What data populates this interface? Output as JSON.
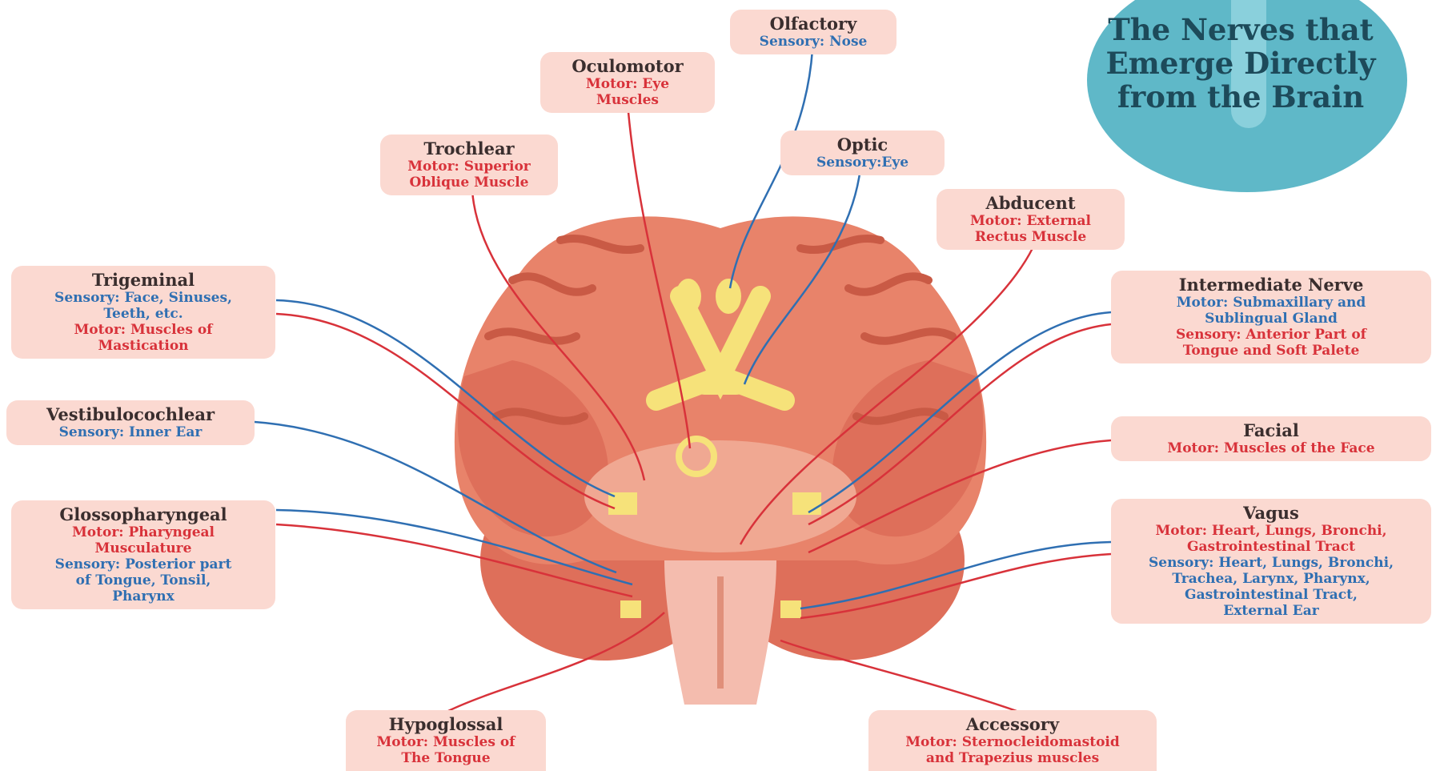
{
  "title": "The Nerves that Emerge Directly from the Brain",
  "colors": {
    "motor": "#d8323a",
    "sensory": "#2f6fb2",
    "box": "#fbd9d1",
    "brain": "#e8836a",
    "nerve": "#f6e27a",
    "circle": "#5fb8c8"
  },
  "nerves": [
    {
      "id": "olfactory",
      "name": "Olfactory",
      "lines": [
        {
          "type": "sensory",
          "text": "Sensory: Nose"
        }
      ]
    },
    {
      "id": "oculomotor",
      "name": "Oculomotor",
      "lines": [
        {
          "type": "motor",
          "text": "Motor: Eye"
        },
        {
          "type": "motor",
          "text": "Muscles"
        }
      ]
    },
    {
      "id": "trochlear",
      "name": "Trochlear",
      "lines": [
        {
          "type": "motor",
          "text": "Motor: Superior"
        },
        {
          "type": "motor",
          "text": "Oblique Muscle"
        }
      ]
    },
    {
      "id": "optic",
      "name": "Optic",
      "lines": [
        {
          "type": "sensory",
          "text": "Sensory:Eye"
        }
      ]
    },
    {
      "id": "abducent",
      "name": "Abducent",
      "lines": [
        {
          "type": "motor",
          "text": "Motor: External"
        },
        {
          "type": "motor",
          "text": "Rectus Muscle"
        }
      ]
    },
    {
      "id": "trigeminal",
      "name": "Trigeminal",
      "lines": [
        {
          "type": "sensory",
          "text": "Sensory: Face, Sinuses,"
        },
        {
          "type": "sensory",
          "text": "Teeth, etc."
        },
        {
          "type": "motor",
          "text": "Motor: Muscles of"
        },
        {
          "type": "motor",
          "text": "Mastication"
        }
      ]
    },
    {
      "id": "intermediate",
      "name": "Intermediate Nerve",
      "lines": [
        {
          "type": "sensory",
          "text": "Motor: Submaxillary and"
        },
        {
          "type": "sensory",
          "text": "Sublingual Gland"
        },
        {
          "type": "motor",
          "text": "Sensory: Anterior Part of"
        },
        {
          "type": "motor",
          "text": "Tongue and Soft Palete"
        }
      ]
    },
    {
      "id": "vestibulocochlear",
      "name": "Vestibulocochlear",
      "lines": [
        {
          "type": "sensory",
          "text": "Sensory: Inner Ear"
        }
      ]
    },
    {
      "id": "facial",
      "name": "Facial",
      "lines": [
        {
          "type": "motor",
          "text": "Motor: Muscles of the Face"
        }
      ]
    },
    {
      "id": "glossopharyngeal",
      "name": "Glossopharyngeal",
      "lines": [
        {
          "type": "motor",
          "text": "Motor: Pharyngeal"
        },
        {
          "type": "motor",
          "text": "Musculature"
        },
        {
          "type": "sensory",
          "text": "Sensory: Posterior part"
        },
        {
          "type": "sensory",
          "text": "of Tongue, Tonsil,"
        },
        {
          "type": "sensory",
          "text": "Pharynx"
        }
      ]
    },
    {
      "id": "vagus",
      "name": "Vagus",
      "lines": [
        {
          "type": "motor",
          "text": "Motor: Heart, Lungs, Bronchi,"
        },
        {
          "type": "motor",
          "text": "Gastrointestinal Tract"
        },
        {
          "type": "sensory",
          "text": "Sensory: Heart, Lungs, Bronchi,"
        },
        {
          "type": "sensory",
          "text": "Trachea, Larynx, Pharynx,"
        },
        {
          "type": "sensory",
          "text": "Gastrointestinal Tract,"
        },
        {
          "type": "sensory",
          "text": "External Ear"
        }
      ]
    },
    {
      "id": "hypoglossal",
      "name": "Hypoglossal",
      "lines": [
        {
          "type": "motor",
          "text": "Motor: Muscles of"
        },
        {
          "type": "motor",
          "text": "The Tongue"
        }
      ]
    },
    {
      "id": "accessory",
      "name": "Accessory",
      "lines": [
        {
          "type": "motor",
          "text": "Motor: Sternocleidomastoid"
        },
        {
          "type": "motor",
          "text": "and Trapezius muscles"
        }
      ]
    }
  ]
}
